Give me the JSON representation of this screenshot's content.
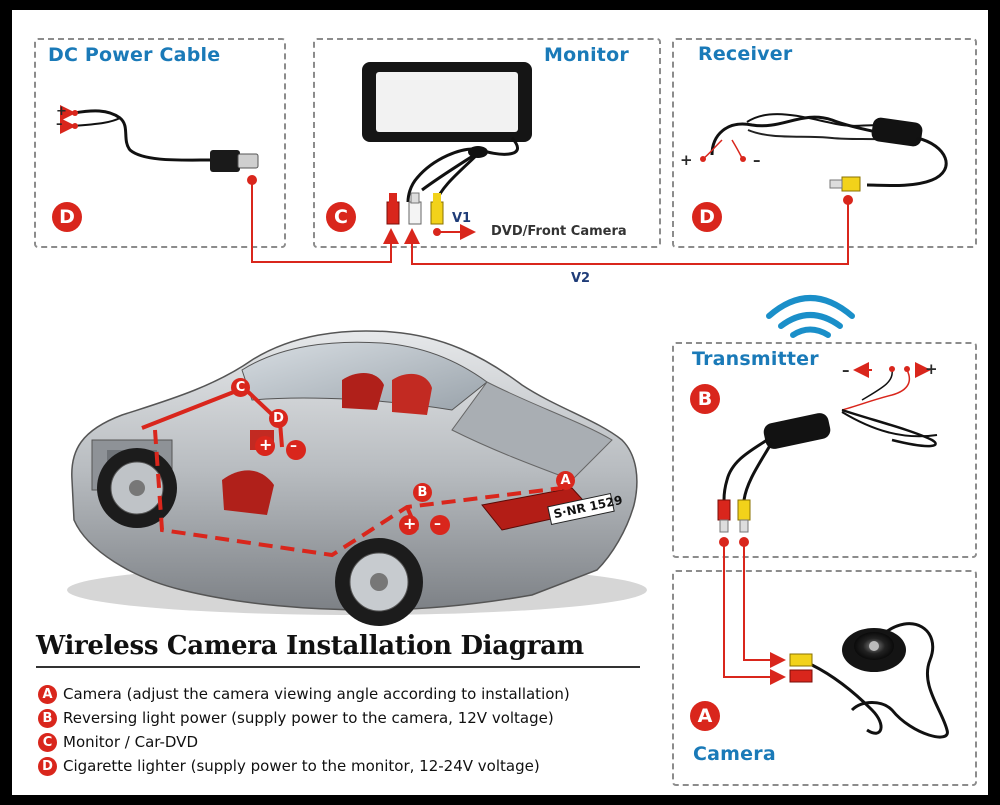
{
  "boxes": {
    "dc_power": {
      "title": "DC Power Cable",
      "badge": "D"
    },
    "monitor": {
      "title": "Monitor",
      "badge": "C"
    },
    "receiver": {
      "title": "Receiver",
      "badge": "D"
    },
    "transmitter": {
      "title": "Transmitter",
      "badge": "B"
    },
    "camera": {
      "title": "Camera",
      "badge": "A"
    }
  },
  "signals": {
    "v1": "V1",
    "v2": "V2",
    "dvd_front": "DVD/Front Camera"
  },
  "polarity": {
    "plus": "+",
    "minus": "–"
  },
  "car": {
    "plate": "S·NR 1529",
    "markers": [
      "A",
      "B",
      "C",
      "D"
    ]
  },
  "diagram_title": "Wireless Camera Installation Diagram",
  "legend": [
    {
      "key": "A",
      "text": "Camera (adjust the camera viewing angle according to installation)"
    },
    {
      "key": "B",
      "text": "Reversing light power (supply power to the camera, 12V voltage)"
    },
    {
      "key": "C",
      "text": "Monitor / Car-DVD"
    },
    {
      "key": "D",
      "text": "Cigarette lighter (supply power to the monitor, 12-24V voltage)"
    }
  ],
  "colors": {
    "title_blue": "#1a7ab8",
    "wire_red": "#d9261c",
    "badge_red": "#d9261c",
    "signal_blue": "#1f3c78"
  }
}
